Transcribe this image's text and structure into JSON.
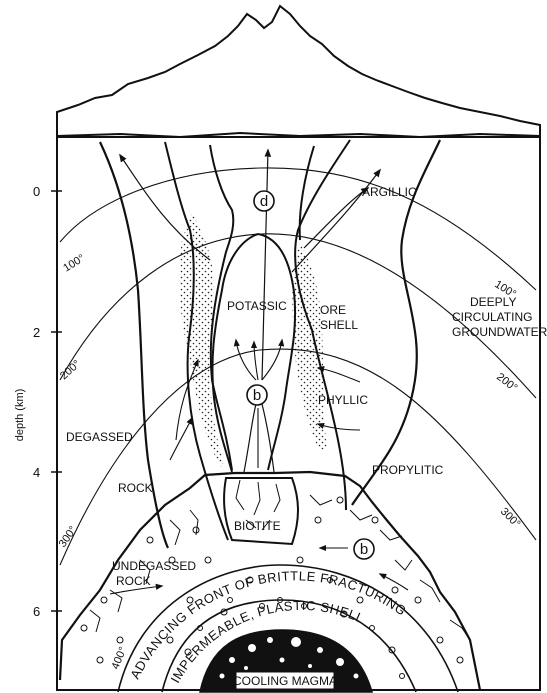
{
  "axis": {
    "label": "depth (km)",
    "ticks": [
      "0",
      "2",
      "4",
      "6"
    ]
  },
  "zones": {
    "argillic": "ARGILLIC",
    "potassic": "POTASSIC",
    "ore_shell_1": "ORE",
    "ore_shell_2": "SHELL",
    "phyllic": "PHYLLIC",
    "propylitic": "PROPYLITIC",
    "biotite": "BIOTITE",
    "degassed": "DEGASSED",
    "rock": "ROCK",
    "undegassed_1": "UNDEGASSED",
    "undegassed_2": "ROCK",
    "groundwater_1": "DEEPLY",
    "groundwater_2": "CIRCULATING",
    "groundwater_3": "GROUNDWATER"
  },
  "isotherms": {
    "left_100": "100°",
    "left_200": "200°",
    "left_300": "300°",
    "right_100": "100°",
    "right_200": "200°",
    "right_300": "300°",
    "arc_400": "400°"
  },
  "shells": {
    "brittle": "ADVANCING FRONT OF BRITTLE FRACTURING",
    "plastic": "IMPERMEABLE, PLASTIC SHELL",
    "magma": "COOLING MAGMA"
  },
  "markers": {
    "d": "d",
    "b_upper": "b",
    "b_lower": "b"
  }
}
